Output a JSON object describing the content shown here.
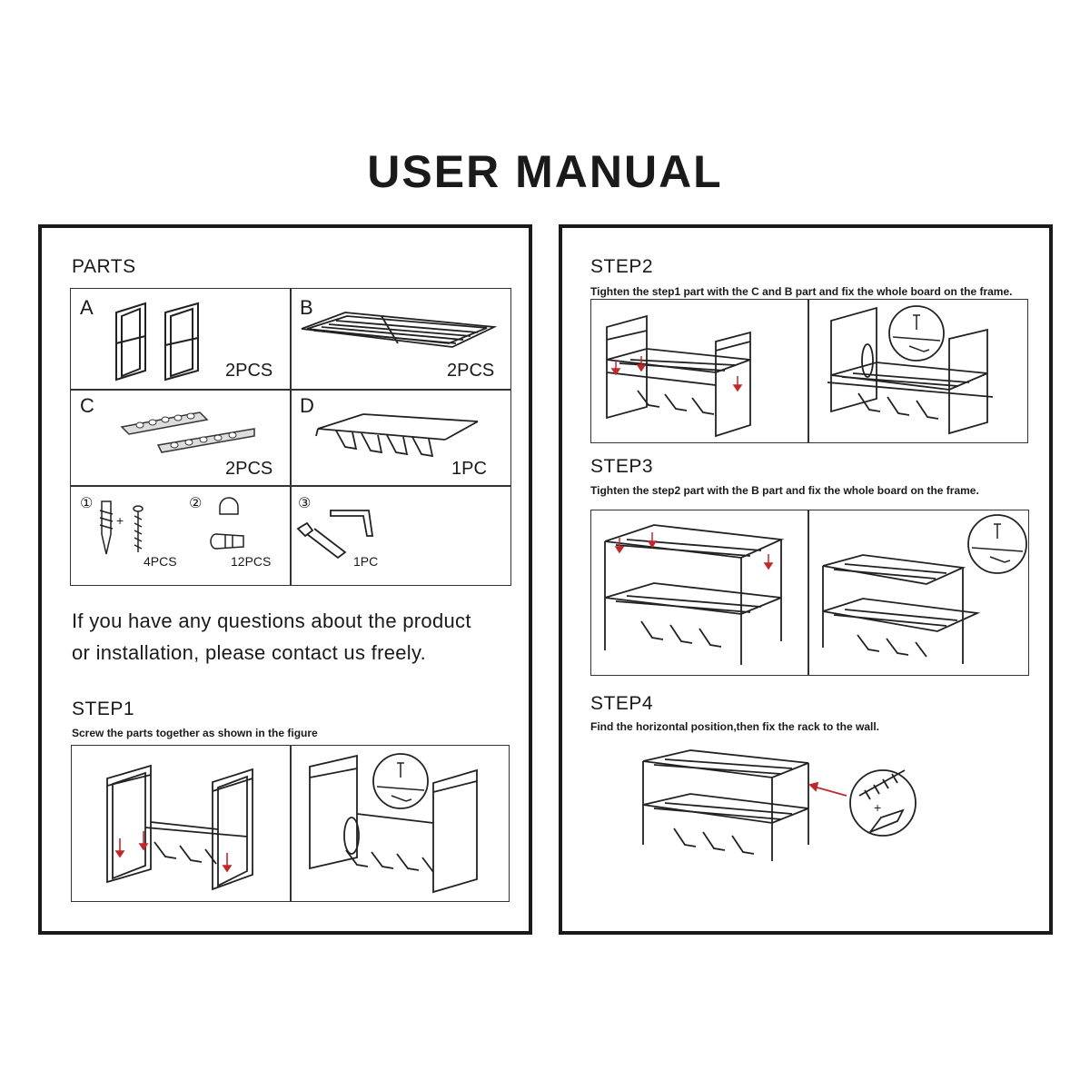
{
  "title": "USER MANUAL",
  "left": {
    "parts_heading": "PARTS",
    "parts": [
      {
        "letter": "A",
        "qty": "2PCS"
      },
      {
        "letter": "B",
        "qty": "2PCS"
      },
      {
        "letter": "C",
        "qty": "2PCS"
      },
      {
        "letter": "D",
        "qty": "1PC"
      }
    ],
    "hardware": [
      {
        "num": "①",
        "qty": "4PCS"
      },
      {
        "num": "②",
        "qty": "12PCS"
      },
      {
        "num": "③",
        "qty": "1PC"
      }
    ],
    "contact_line1": "If you have any questions about the product",
    "contact_line2": "or installation, please contact us freely.",
    "step1_heading": "STEP1",
    "step1_text": "Screw the parts together as shown in the figure"
  },
  "right": {
    "step2_heading": "STEP2",
    "step2_text": "Tighten the step1 part with the C  and B part and  fix the whole board on the frame.",
    "step3_heading": "STEP3",
    "step3_text": "Tighten the step2 part with the B part and  fix the whole board on the frame.",
    "step4_heading": "STEP4",
    "step4_text": "Find the horizontal position,then fix the rack to the wall."
  },
  "colors": {
    "ink": "#1a1a1a",
    "arrow": "#c0282d"
  },
  "icons": [
    "side-frame-icon",
    "shelf-board-icon",
    "mounting-strip-icon",
    "tool-hook-icon",
    "anchor-screw-icon",
    "cap-nut-bolt-icon",
    "wrench-hex-key-icon",
    "assembly-diagram-icon"
  ]
}
